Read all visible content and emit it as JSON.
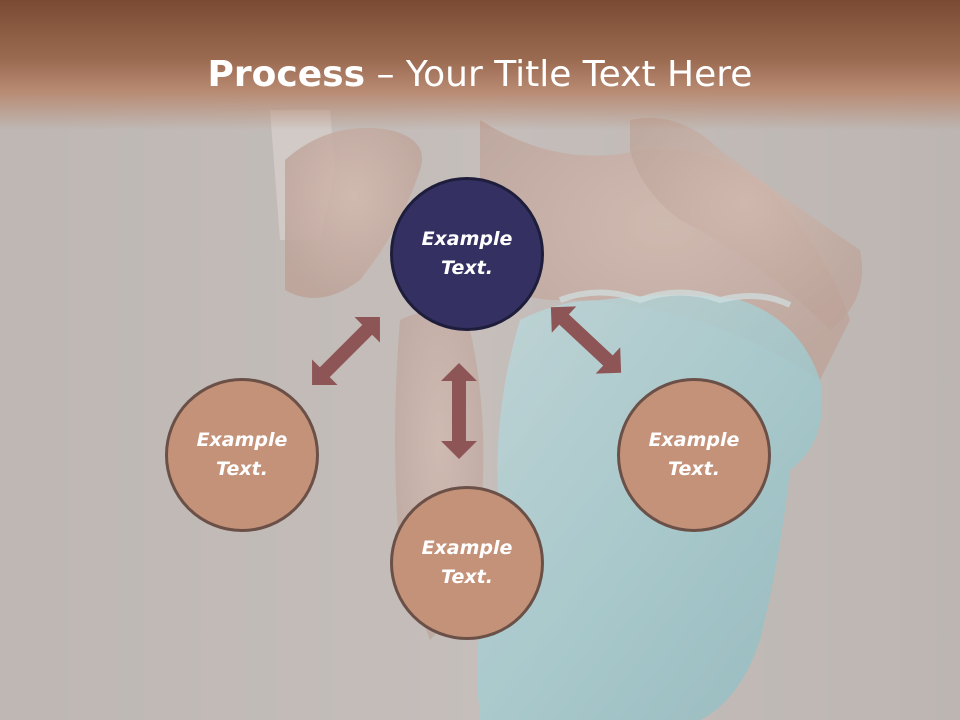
{
  "slide": {
    "title_bold": "Process",
    "title_rest": " – Your Title Text Here"
  },
  "nodes": {
    "top": "Example\nText.",
    "left": "Example\nText.",
    "right": "Example\nText.",
    "bottom": "Example\nText."
  },
  "colors": {
    "header": "#8a5a42",
    "center_node": "#343162",
    "petal_node": "#c49279",
    "arrow": "#8e5556",
    "dress": "#8fd3dc"
  }
}
